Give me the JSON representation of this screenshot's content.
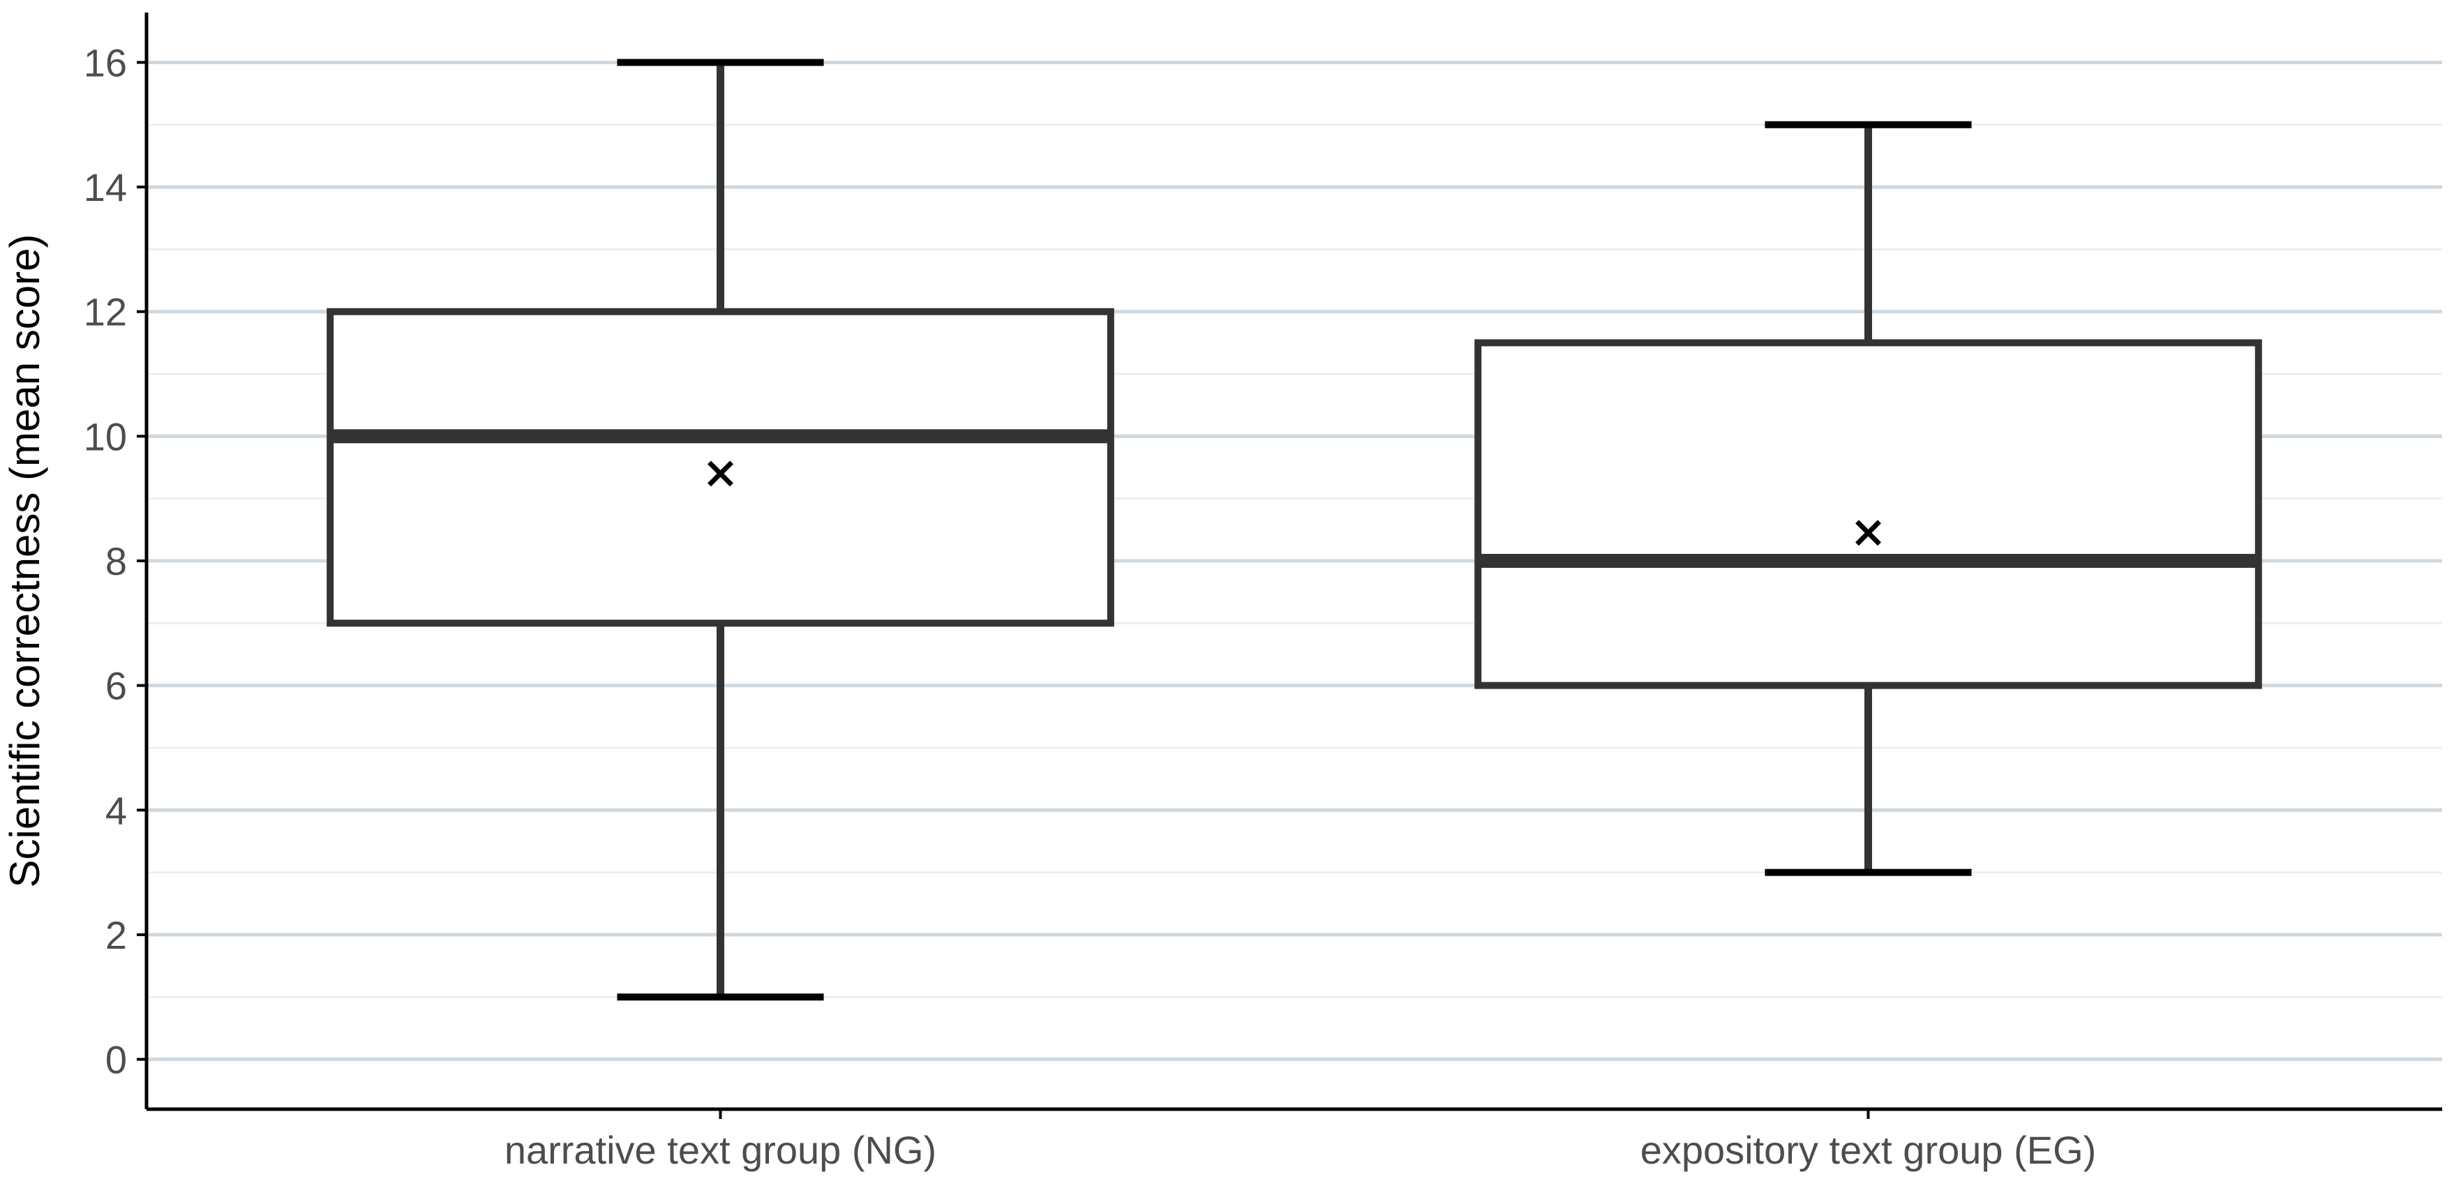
{
  "chart_data": {
    "type": "box",
    "title": "",
    "xlabel": "",
    "ylabel": "Scientific correctness (mean score)",
    "ylim": [
      -0.8,
      16.8
    ],
    "yticks": [
      0,
      2,
      4,
      6,
      8,
      10,
      12,
      14,
      16
    ],
    "ygrid_minor": [
      1,
      3,
      5,
      7,
      9,
      11,
      13,
      15
    ],
    "grid": "horizontal",
    "legend": "none",
    "categories": [
      "narrative text group (NG)",
      "expository text group (EG)"
    ],
    "boxes": [
      {
        "category": "narrative text group (NG)",
        "min": 1,
        "q1": 7,
        "median": 10,
        "q3": 12,
        "max": 16,
        "mean": 9.4
      },
      {
        "category": "expository text group (EG)",
        "min": 3,
        "q1": 6,
        "median": 8,
        "q3": 11.5,
        "max": 15,
        "mean": 8.45
      }
    ],
    "colors": {
      "box_stroke": "#333333",
      "whisker_cap": "#000000",
      "mean_marker": "#000000",
      "grid_major": "#cfd8df",
      "grid_minor": "#ebebeb",
      "axis": "#000000",
      "tick_text": "#4d4d4d",
      "background": "#ffffff"
    }
  }
}
